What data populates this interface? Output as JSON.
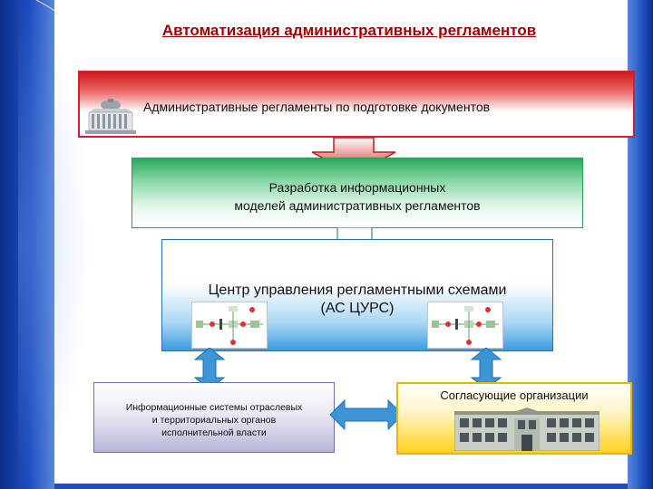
{
  "title": "Автоматизация административных регламентов",
  "blocks": {
    "top": "Административные регламенты по подготовке документов",
    "development": {
      "line1": "Разработка информационных",
      "line2": "моделей административных регламентов"
    },
    "center": {
      "line1": "Центр управления регламентными схемами",
      "line2": "(АС ЦУРС)"
    },
    "info_systems": {
      "line1": "Информационные системы отраслевых",
      "line2": "и территориальных органов",
      "line3": "исполнительной власти"
    },
    "agreeing": "Согласующие организации"
  },
  "icons": {
    "top_building": "government-building-icon",
    "bottom_building": "office-building-icon"
  },
  "colors": {
    "title": "#a00000",
    "top_block": "#d42020",
    "dev_block": "#2a9a55",
    "center_block": "#2a6fc7",
    "info_block": "#6b6bb0",
    "agree_block": "#e8b800",
    "arrows": "#3c96d6"
  }
}
